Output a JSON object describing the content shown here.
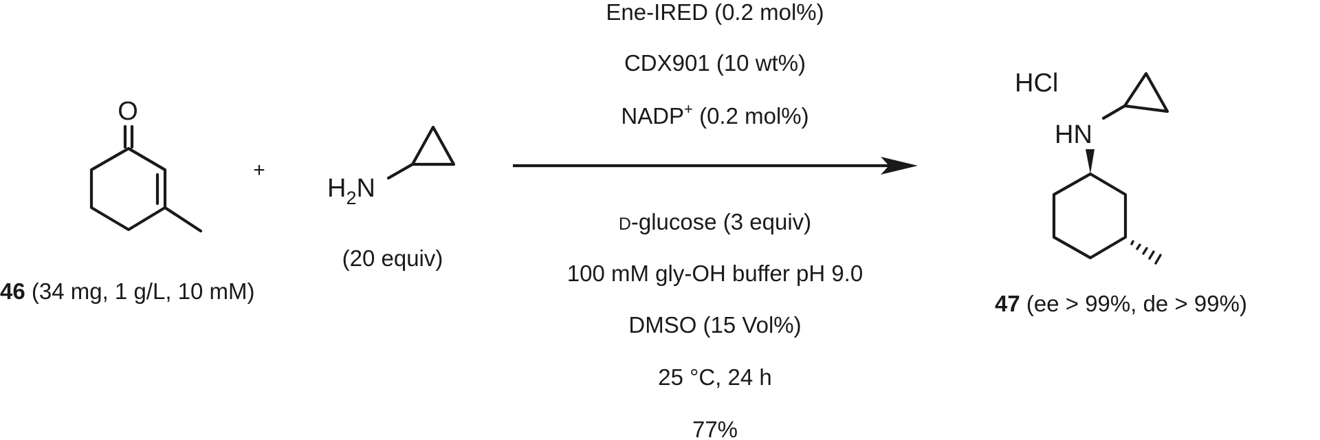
{
  "reactant1": {
    "atoms": {
      "oxygen": "O"
    },
    "compound_number": "46",
    "label_detail": " (34 mg, 1 g/L, 10 mM)"
  },
  "plus_sign": "+",
  "reactant2": {
    "atoms": {
      "h": "H",
      "h_subscript": "2",
      "n": "N"
    },
    "equiv_label": "(20 equiv)"
  },
  "conditions_above": {
    "line1": "Ene-IRED (0.2 mol%)",
    "line2": "CDX901 (10 wt%)",
    "line3_base": "NADP",
    "line3_sup": "+",
    "line3_rest": " (0.2 mol%)"
  },
  "conditions_below": {
    "line1_smallcap": "D",
    "line1_rest": "-glucose (3 equiv)",
    "line2": "100 mM gly-OH buffer pH 9.0",
    "line3": "DMSO (15 Vol%)",
    "line4": "25 °C, 24 h",
    "line5": "77%"
  },
  "product": {
    "salt": "HCl",
    "amine": "HN",
    "compound_number": "47",
    "label_detail": " (ee > 99%, de > 99%)"
  }
}
